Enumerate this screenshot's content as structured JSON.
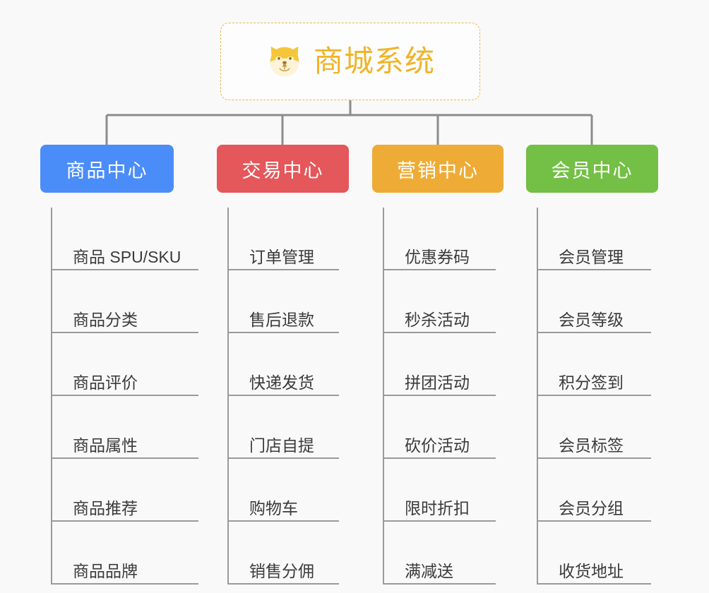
{
  "root": {
    "label": "商城系统",
    "icon": "shiba-dog-face-icon",
    "accent_color": "#f0b429",
    "border_color": "#e8b84b"
  },
  "branches": [
    {
      "label": "商品中心",
      "color": "#4b8df8",
      "items": [
        "商品 SPU/SKU",
        "商品分类",
        "商品评价",
        "商品属性",
        "商品推荐",
        "商品品牌"
      ]
    },
    {
      "label": "交易中心",
      "color": "#e4575a",
      "items": [
        "订单管理",
        "售后退款",
        "快递发货",
        "门店自提",
        "购物车",
        "销售分佣"
      ]
    },
    {
      "label": "营销中心",
      "color": "#eeac36",
      "items": [
        "优惠券码",
        "秒杀活动",
        "拼团活动",
        "砍价活动",
        "限时折扣",
        "满减送"
      ]
    },
    {
      "label": "会员中心",
      "color": "#74bf46",
      "items": [
        "会员管理",
        "会员等级",
        "积分签到",
        "会员标签",
        "会员分组",
        "收货地址"
      ]
    }
  ],
  "connector_color": "#8c8c8c",
  "background_color": "#f9f9f9"
}
